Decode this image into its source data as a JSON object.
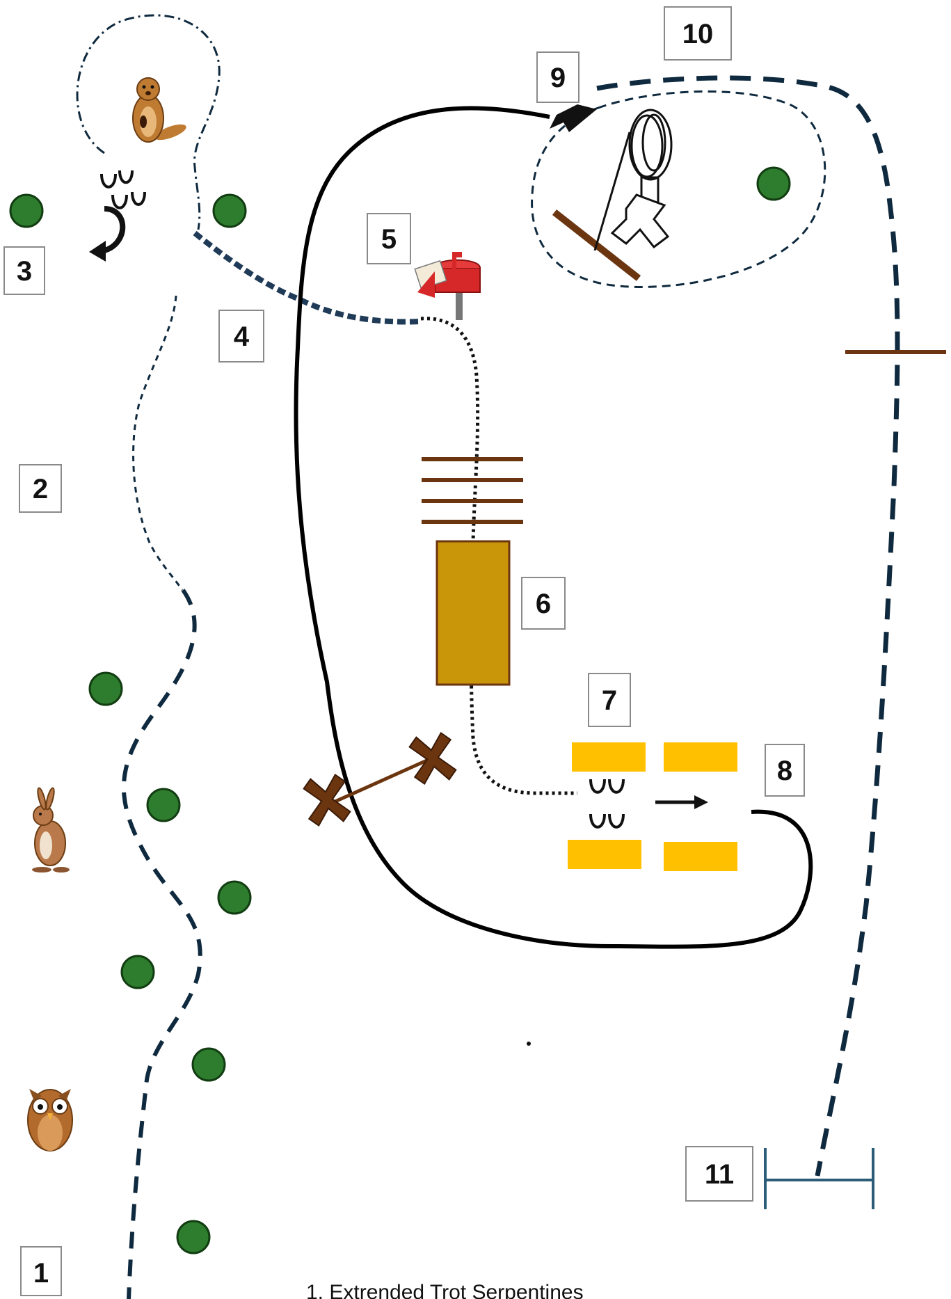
{
  "course": {
    "numbers": [
      "1",
      "2",
      "3",
      "4",
      "5",
      "6",
      "7",
      "8",
      "9",
      "10",
      "11"
    ],
    "legend_first_line": "1. Extrended Trot Serpentines"
  },
  "colors": {
    "path_dash": "#0f2a3f",
    "solid_path": "#000000",
    "tree": "#2e7d2e",
    "pole": "#6b3510",
    "panel": "#c9960a",
    "cone": "#ffc000",
    "gate": "#2b5d78"
  },
  "icons": [
    "beaver-icon",
    "rabbit-icon",
    "owl-icon",
    "mailbox-icon",
    "horseshoe-icon",
    "turn-arrow-icon",
    "direction-arrow-icon",
    "rope-gate-icon"
  ]
}
